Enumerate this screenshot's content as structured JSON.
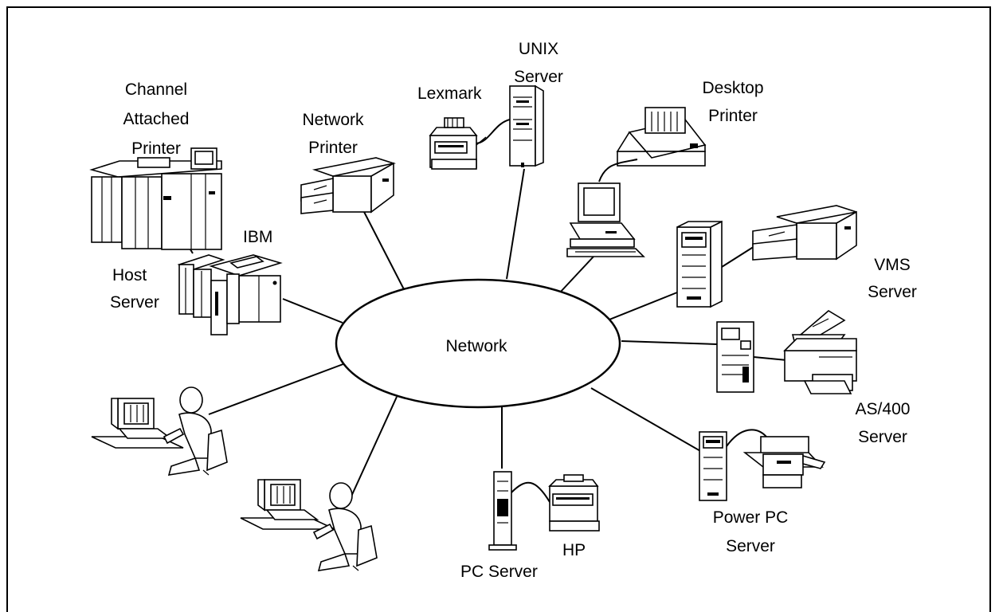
{
  "diagram": {
    "center": "Network",
    "nodes": {
      "channel_printer": [
        "Channel",
        "Attached",
        "Printer"
      ],
      "network_printer": [
        "Network",
        "Printer"
      ],
      "lexmark": "Lexmark",
      "unix_server": [
        "UNIX",
        "Server"
      ],
      "desktop_printer": [
        "Desktop",
        "Printer"
      ],
      "ibm": "IBM",
      "host_server": [
        "Host",
        "Server"
      ],
      "vms_server": [
        "VMS",
        "Server"
      ],
      "as400_server": [
        "AS/400",
        "Server"
      ],
      "power_pc_server": [
        "Power PC",
        "Server"
      ],
      "hp": "HP",
      "pc_server": "PC Server"
    }
  }
}
